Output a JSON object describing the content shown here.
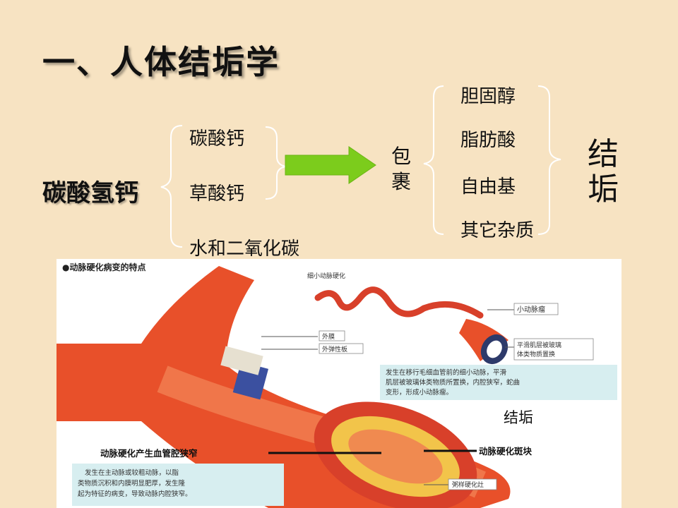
{
  "title": "一、人体结垢学",
  "main_compound": "碳酸氢钙",
  "products": [
    "碳酸钙",
    "草酸钙",
    "水和二氧化碳"
  ],
  "wrap_label": [
    "包",
    "裹"
  ],
  "impurities": [
    "胆固醇",
    "脂肪酸",
    "自由基",
    "其它杂质"
  ],
  "result_label": [
    "结",
    "垢"
  ],
  "illustration": {
    "heading": "●动脉硬化病变的特点",
    "labels": {
      "small_artery": "细小动脉硬化",
      "small_aneurysm": "小动脉瘤",
      "adventitia": "外膜",
      "elastic": "外弹性板",
      "smooth_muscle_1": "平滑肌层被玻璃",
      "smooth_muscle_2": "体类物质置换",
      "narrowing": "动脉硬化产生血管腔狭窄",
      "plaque": "动脉硬化斑块",
      "calc": "粥样硬化灶",
      "scale": "结垢"
    },
    "note_right": [
      "发生在移行毛细血管前的细小动脉，平滑",
      "肌层被玻璃体类物质所置换，内腔狭窄，蛇曲",
      "变形，形成小动脉瘤。"
    ],
    "note_left": [
      "发生在主动脉或较粗动脉，以脂",
      "类物质沉积和内膜明显肥厚，发生隆",
      "起为特征的病变，导致动脉内腔狭窄。"
    ]
  },
  "colors": {
    "background": "#f7e3c2",
    "arrow": "#7ccc1c",
    "brace": "#ffffff",
    "artery": "#e8502a",
    "plaque": "#f2c44a"
  }
}
